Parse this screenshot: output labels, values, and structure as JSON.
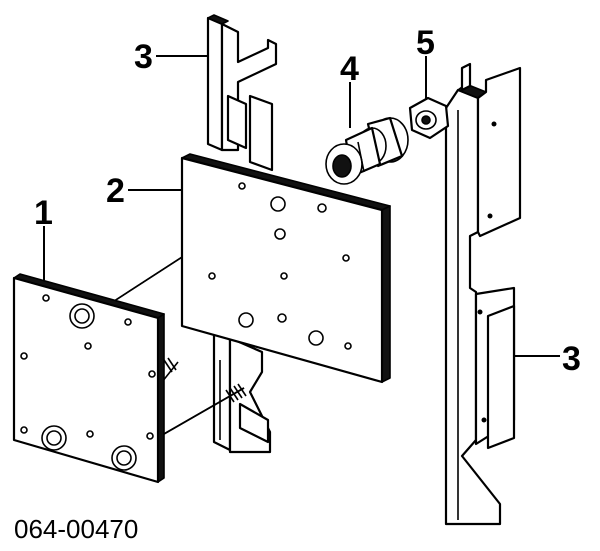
{
  "diagram": {
    "callouts": {
      "plate_front": "1",
      "plate_mid": "2",
      "bracket_left": "3",
      "bracket_right": "3",
      "fitting": "4",
      "nut": "5"
    },
    "part_number": "064-00470"
  }
}
